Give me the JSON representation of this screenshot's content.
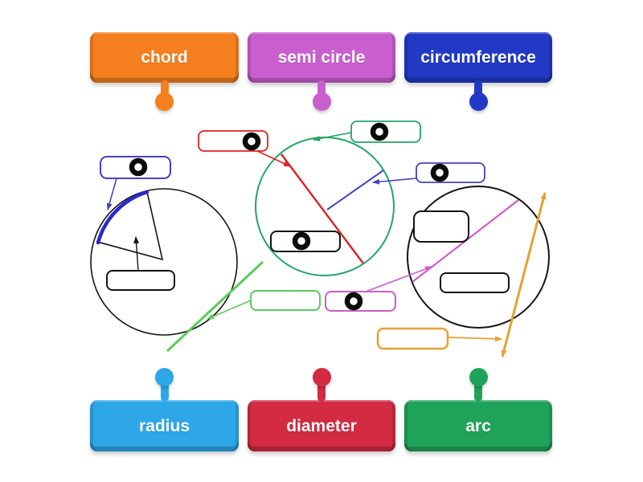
{
  "background": "#ffffff",
  "palette": {
    "chord_orange": "#F57F1F",
    "semicircle_orchid": "#C95FCF",
    "circumference_blue": "#2139C4",
    "radius_blue": "#2EA7E9",
    "diameter_red": "#D22B42",
    "arc_green": "#1FA35A",
    "line_black": "#141414",
    "peg_black": "#0B0B0B",
    "arc_blueviolet": "#2929CC",
    "slot_blueviolet": "#4444BC",
    "line_red": "#DD2222",
    "line_seagreen": "#23A566",
    "line_lightgreen": "#5BCB5B",
    "line_magenta": "#C95FC9",
    "line_orange": "#E8A033"
  },
  "word_bank": {
    "top": [
      {
        "label": "chord"
      },
      {
        "label": "semi circle"
      },
      {
        "label": "circumference"
      }
    ],
    "bottom": [
      {
        "label": "radius"
      },
      {
        "label": "diameter"
      },
      {
        "label": "arc"
      }
    ]
  }
}
